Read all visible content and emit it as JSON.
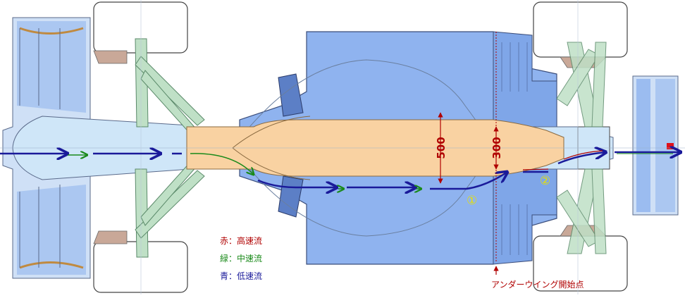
{
  "dimensions": {
    "width_500": "500",
    "width_300": "300"
  },
  "markers": {
    "point_1": "①",
    "point_2": "②"
  },
  "annotation": {
    "underwing_start": "アンダーウイング開始点"
  },
  "legend": {
    "red": {
      "label": "赤：高速流",
      "color": "#b00000"
    },
    "green": {
      "label": "緑：中速流",
      "color": "#1a8a1a"
    },
    "blue": {
      "label": "青：低速流",
      "color": "#1a1a9a"
    }
  },
  "colors": {
    "body_blue": "#8fb3ef",
    "underwing_orange": "#f9d2a2",
    "light_blue": "#cfe6f8",
    "suspension_green": "#bfe0c6",
    "high_speed": "#b00000",
    "mid_speed": "#1a8a1a",
    "low_speed": "#1a1a9a"
  }
}
